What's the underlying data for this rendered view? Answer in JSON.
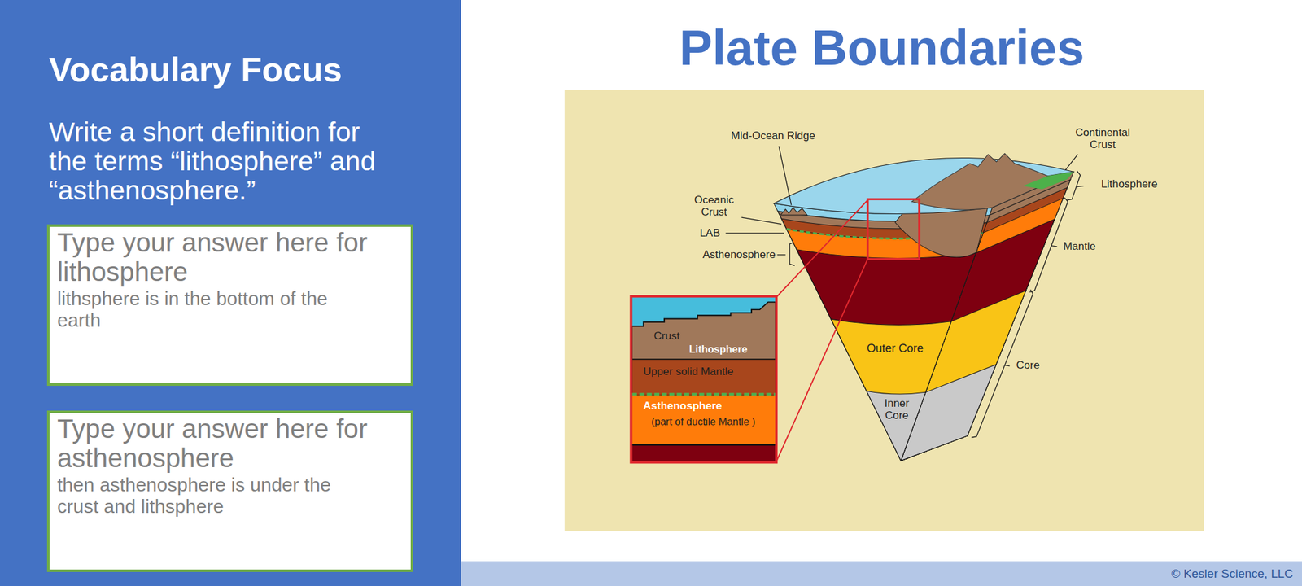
{
  "diagram": {
    "title": "Plate Boundaries",
    "nodes": [
      {
        "text": [
          "Vocabulary Focus",
          "Write a short definition for the terms “lithosphere” and “asthenosphere.”"
        ]
      },
      {
        "text": [
          "Type your answer here for lithosphere",
          "lithsphere is in the bottom of the earth"
        ],
        "in": 0
      },
      {
        "text": [
          "Type your answer here for asthenosphere",
          "then asthenosphere is under the crust and lithsphere"
        ],
        "in": 0
      },
      {
        "text": [
          "© Kesler Science, LLC"
        ]
      }
    ],
    "labels": [
      "Mid-Ocean Ridge",
      "Continental Crust",
      "Lithosphere",
      "Oceanic Crust",
      "LAB",
      "Asthenosphere",
      "Mantle",
      "Outer Core",
      "Core",
      "Inner Core",
      "Crust",
      "Lithosphere",
      "Upper solid Mantle",
      "Asthenosphere",
      "(part of ductile Mantle )"
    ]
  }
}
